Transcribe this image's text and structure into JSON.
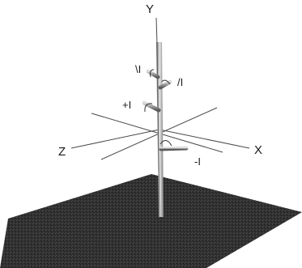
{
  "axes": {
    "y_label": "Y",
    "x_label": "X",
    "z_label": "Z"
  },
  "branch_labels": {
    "upper_left": "\\I",
    "upper_right": "/I",
    "middle_left": "+I",
    "lower_right": "-I"
  },
  "colors": {
    "ground": "#333333",
    "stem_light": "#e2e2e2",
    "stem_dark": "#6a6a6a",
    "axis_line": "#4a4a4a",
    "text": "#1a1a1a"
  }
}
